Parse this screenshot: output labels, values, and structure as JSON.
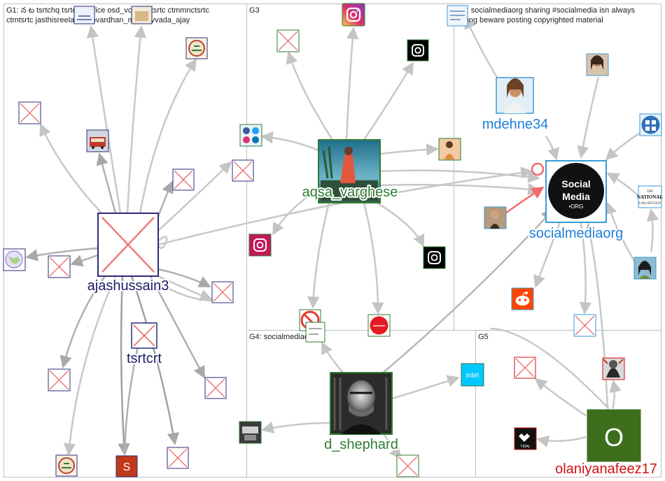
{
  "colors": {
    "edge": "#c8c8c8",
    "edge_strong": "#b0b0b0",
    "edge_highlight": "#f26a6a",
    "group_border": "#c0c0c0",
    "label_navy": "#1a1a66",
    "label_green": "#2e7d32",
    "label_blue": "#1f7fd8",
    "label_red": "#cc1111",
    "placeholder_x": "#e85a5a",
    "node_border": "#2b2b7a"
  },
  "groups": [
    {
      "id": "G1",
      "title": "G1: న ట tsrtchq tsrtcmdoffice osd_vcnmd_tsrtc ctmmnctsrtc",
      "title2": "ctmtsrtc jasthisreelatha govardhan_mla puvvada_ajay"
    },
    {
      "id": "G3",
      "title": "G3",
      "title2": ""
    },
    {
      "id": "G2",
      "title": "G2: socialmediaorg sharing #socialmedia isn always",
      "title2": "caring beware posting copyrighted material"
    },
    {
      "id": "G4",
      "title": "G4: socialmediaorg",
      "title2": ""
    },
    {
      "id": "G5",
      "title": "G5",
      "title2": ""
    }
  ],
  "nodes": [
    {
      "id": "ajashussain3",
      "label": "ajashussain3",
      "color": "navy",
      "icon": "placeholder-x"
    },
    {
      "id": "tsrtcrt",
      "label": "tsrtcrt",
      "color": "navy",
      "icon": "placeholder-x"
    },
    {
      "id": "aqsa_varghese",
      "label": "aqsa_varghese",
      "color": "green",
      "icon": "portrait-photo"
    },
    {
      "id": "mdehne34",
      "label": "mdehne34",
      "color": "blue",
      "icon": "portrait-photo"
    },
    {
      "id": "socialmediaorg",
      "label": "socialmediaorg",
      "color": "blue",
      "icon": "social-media-logo"
    },
    {
      "id": "d_shephard",
      "label": "d_shephard",
      "color": "green",
      "icon": "portrait-photo"
    },
    {
      "id": "olaniyanafeez17",
      "label": "olaniyanafeez17",
      "color": "red",
      "icon": "letter-avatar"
    }
  ],
  "badges": {
    "social_logo": [
      "Social",
      "Media",
      "•ORG"
    ],
    "olaniyan_letter": "O",
    "s_letter": "S",
    "intel_text": "intel",
    "tidal_text": "TIDAL",
    "nlr_text": [
      "THE",
      "NATIONAL",
      "LAW REVIEW"
    ]
  }
}
